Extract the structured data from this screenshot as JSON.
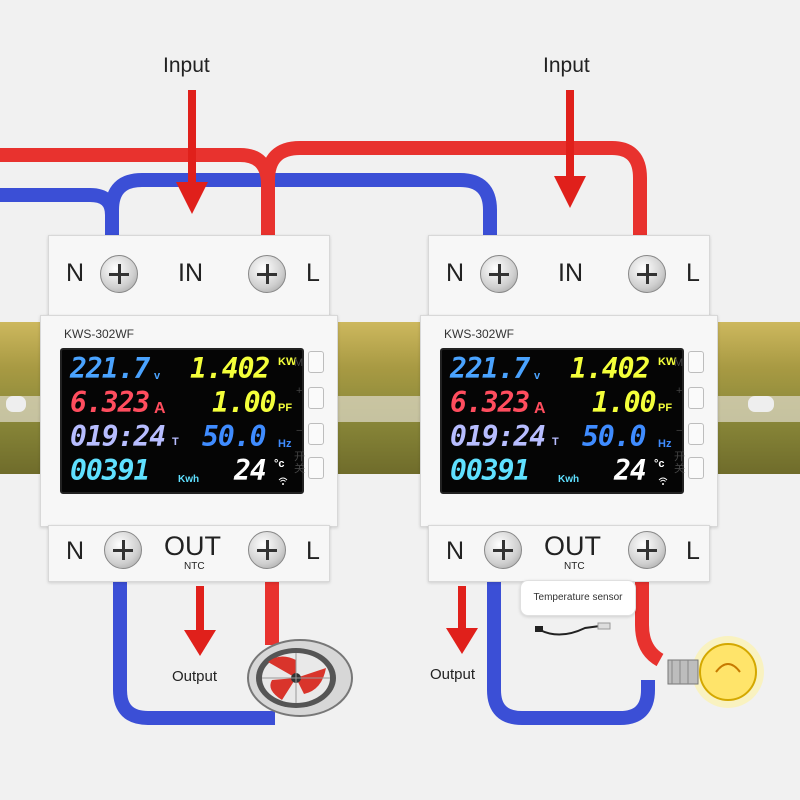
{
  "labels": {
    "input": "Input",
    "output": "Output",
    "temperature_sensor": "Temperature sensor"
  },
  "device": {
    "model": "KWS-302WF",
    "terminals": {
      "n": "N",
      "in": "IN",
      "l": "L",
      "out": "OUT",
      "ntc": "NTC"
    },
    "display": {
      "voltage": "221.7",
      "voltage_unit": "v",
      "power": "1.402",
      "power_unit": "KW",
      "current": "6.323",
      "current_unit": "A",
      "power_factor": "1.00",
      "power_factor_unit": "PF",
      "time": "019:24",
      "time_unit": "T",
      "frequency": "50.0",
      "frequency_unit": "Hz",
      "energy": "00391",
      "energy_unit": "Kwh",
      "temperature": "24",
      "temperature_unit": "°c"
    },
    "buttons": {
      "m": "M",
      "plus": "+",
      "minus": "−",
      "switch": "开关"
    }
  },
  "colors": {
    "live_wire": "#e8322e",
    "neutral_wire": "#3b4fd6",
    "arrow": "#e0201b",
    "voltage": "#4aa3ff",
    "power": "#f4ff3a",
    "current": "#ff4d5e",
    "power_factor": "#f4ff3a",
    "time": "#b7bdff",
    "frequency": "#3f8cff",
    "energy": "#5fe0ff",
    "temperature": "#ffffff"
  }
}
